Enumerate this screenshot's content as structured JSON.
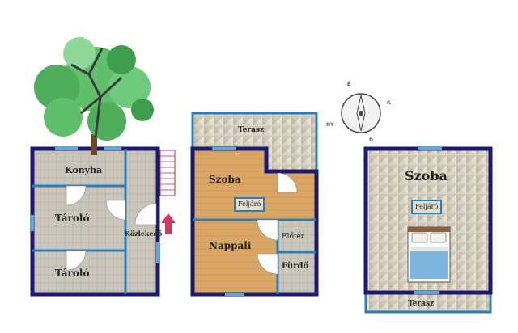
{
  "floorplans": [
    {
      "rooms": [
        {
          "label": "Konyha"
        },
        {
          "label": "Tároló"
        },
        {
          "label": "Tároló"
        },
        {
          "label": "Közlekedő"
        }
      ]
    },
    {
      "rooms": [
        {
          "label": "Terasz"
        },
        {
          "label": "Szoba"
        },
        {
          "label": "Nappali"
        },
        {
          "label": "Előtér"
        },
        {
          "label": "Fürdő"
        }
      ],
      "feature": "Feljáró"
    },
    {
      "rooms": [
        {
          "label": "Szoba"
        },
        {
          "label": "Terasz"
        }
      ],
      "feature": "Feljáró"
    }
  ],
  "compass": {
    "north": "É",
    "east": "K",
    "south": "D",
    "west": "NY"
  },
  "colors": {
    "wall": "#1c1a6e",
    "window": "#5aa9d6",
    "accent_border": "#2a7db5",
    "wood": "#d8a464",
    "tile": "#cfc9bd",
    "terrace": "#d6d0c2",
    "tree": "#5fbf6a",
    "arrow": "#d13a5b"
  },
  "icons": [
    "tree-icon",
    "compass-icon",
    "staircase-icon",
    "up-arrow-icon",
    "bed-icon"
  ]
}
